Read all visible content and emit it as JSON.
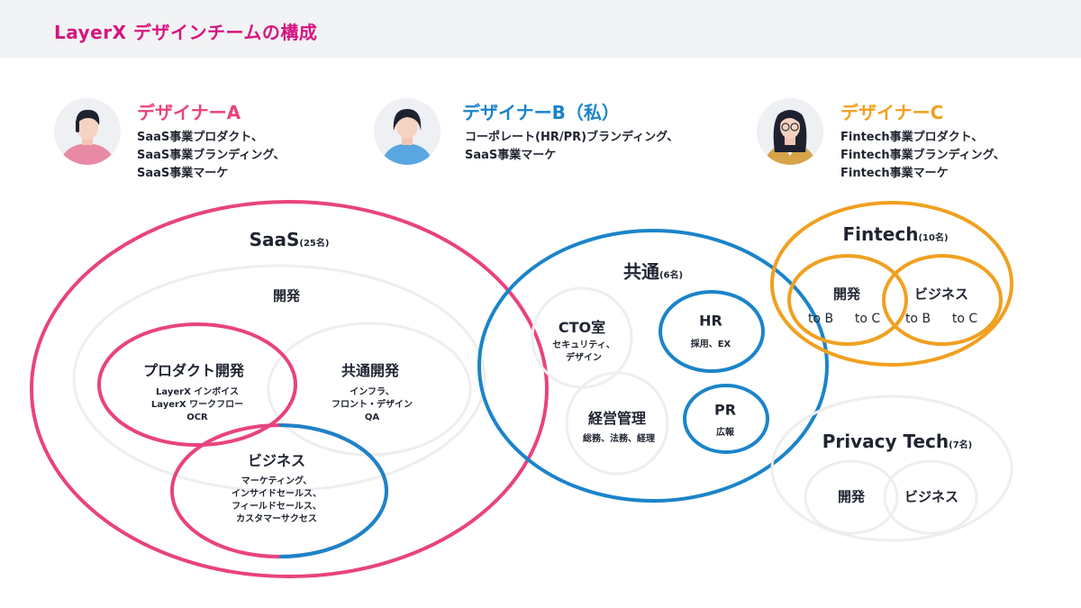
{
  "header": {
    "title": "LayerX デザインチームの構成"
  },
  "colors": {
    "saas": "#e8437e",
    "common": "#1b84c9",
    "fintech": "#f0a020",
    "neutral": "#e6e6e6",
    "title": "#d6157f"
  },
  "designers": [
    {
      "name": "デザイナーA",
      "name_color": "#e8437e",
      "desc_lines": [
        "SaaS事業プロダクト、",
        "SaaS事業ブランディング、",
        "SaaS事業マーケ"
      ],
      "avatar_icon": "person-pink-icon"
    },
    {
      "name": "デザイナーB（私）",
      "name_color": "#1b84c9",
      "desc_lines": [
        "コーポレート(HR/PR)ブランディング、",
        "SaaS事業マーケ"
      ],
      "avatar_icon": "person-blue-icon"
    },
    {
      "name": "デザイナーC",
      "name_color": "#f0a020",
      "desc_lines": [
        "Fintech事業プロダクト、",
        "Fintech事業ブランディング、",
        "Fintech事業マーケ"
      ],
      "avatar_icon": "person-glasses-icon"
    }
  ],
  "groups": {
    "saas": {
      "title": "SaaS",
      "count": "(25名)",
      "dev": "開発",
      "product_dev": {
        "title": "プロダクト開発",
        "lines": [
          "LayerX インボイス",
          "LayerX ワークフロー",
          "OCR"
        ]
      },
      "common_dev": {
        "title": "共通開発",
        "lines": [
          "インフラ、",
          "フロント・デザイン",
          "QA"
        ]
      },
      "business": {
        "title": "ビジネス",
        "lines": [
          "マーケティング、",
          "インサイドセールス、",
          "フィールドセールス、",
          "カスタマーサクセス"
        ]
      }
    },
    "common": {
      "title": "共通",
      "count": "(6名)",
      "cto": {
        "title": "CTO室",
        "lines": [
          "セキュリティ、",
          "デザイン"
        ]
      },
      "hr": {
        "title": "HR",
        "lines": [
          "採用、EX"
        ]
      },
      "management": {
        "title": "経営管理",
        "lines": [
          "総務、法務、経理"
        ]
      },
      "pr": {
        "title": "PR",
        "lines": [
          "広報"
        ]
      }
    },
    "fintech": {
      "title": "Fintech",
      "count": "(10名)",
      "dev": {
        "title": "開発",
        "sub1": "to B",
        "sub2": "to C"
      },
      "business": {
        "title": "ビジネス",
        "sub1": "to B",
        "sub2": "to C"
      }
    },
    "privacy": {
      "title": "Privacy Tech",
      "count": "(7名)",
      "dev": "開発",
      "business": "ビジネス"
    }
  }
}
